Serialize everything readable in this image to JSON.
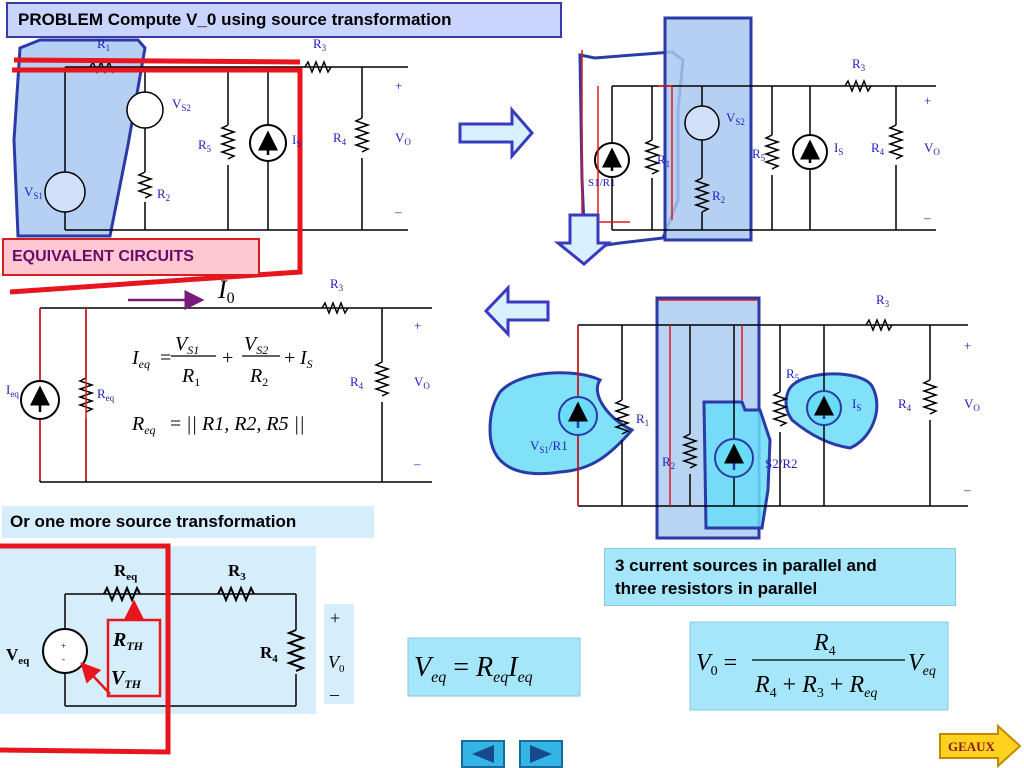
{
  "title": "PROBLEM  Compute V_0 using source transformation",
  "equivalent_label": "EQUIVALENT CIRCUITS",
  "more_label": "Or one more source transformation",
  "parallel_note": {
    "line1": "3 current sources in parallel and",
    "line2": "three resistors in parallel"
  },
  "circuit1": {
    "r1": "R",
    "r1_sub": "1",
    "r3": "R",
    "r3_sub": "3",
    "vs2": "V",
    "vs2_sub": "S2",
    "r5": "R",
    "r5_sub": "5",
    "is": "I",
    "is_sub": "S",
    "r4": "R",
    "r4_sub": "4",
    "vo": "V",
    "vo_sub": "O",
    "r2": "R",
    "r2_sub": "2",
    "vs1": "V",
    "vs1_sub": "S1",
    "plus": "+",
    "minus": "–"
  },
  "circuit2": {
    "r3": "R",
    "r3_sub": "3",
    "vs2": "V",
    "vs2_sub": "S2",
    "r1": "R",
    "r1_sub": "1",
    "r5": "R",
    "r5_sub": "5",
    "is": "I",
    "is_sub": "S",
    "r4": "R",
    "r4_sub": "4",
    "vo": "V",
    "vo_sub": "O",
    "vs1r1": "S1/R1",
    "r2": "R",
    "r2_sub": "2",
    "plus": "+",
    "minus": "–"
  },
  "circuit3": {
    "r3": "R",
    "r3_sub": "3",
    "r5": "R",
    "r5_sub": "5",
    "is": "I",
    "is_sub": "S",
    "r4": "R",
    "r4_sub": "4",
    "vo": "V",
    "vo_sub": "O",
    "r1": "R",
    "r1_sub": "1",
    "vs1r1": "V",
    "vs1r1_sub": "S1",
    "vs1r1_tail": "/R1",
    "r2": "R",
    "r2_sub": "2",
    "vs2r2": "S2/R2",
    "plus": "+",
    "minus": "–"
  },
  "circuit4": {
    "i0": "I",
    "i0_sub": "0",
    "r3": "R",
    "r3_sub": "3",
    "ieq": "I",
    "ieq_sub": "eq",
    "req": "R",
    "req_sub": "eq",
    "r4": "R",
    "r4_sub": "4",
    "vo": "V",
    "vo_sub": "O",
    "plus": "+",
    "minus": "–",
    "eq1_lhs": "I",
    "eq1_lhs_sub": "eq",
    "eq1_n1": "V",
    "eq1_n1_sub": "S1",
    "eq1_d1": "R",
    "eq1_d1_sub": "1",
    "eq1_n2": "V",
    "eq1_n2_sub": "S2",
    "eq1_d2": "R",
    "eq1_d2_sub": "2",
    "eq1_tail": "I",
    "eq1_tail_sub": "S",
    "eq2_lhs": "R",
    "eq2_lhs_sub": "eq",
    "eq2_rhs": "|| R1, R2, R5 ||"
  },
  "circuit5": {
    "req": "R",
    "req_sub": "eq",
    "r3": "R",
    "r3_sub": "3",
    "rth": "R",
    "rth_sub": "TH",
    "vth": "V",
    "vth_sub": "TH",
    "veq": "V",
    "veq_sub": "eq",
    "r4": "R",
    "r4_sub": "4",
    "plus": "+",
    "v0": "V",
    "v0_sub": "0",
    "minus": "–"
  },
  "formula_veq": {
    "lhs": "V",
    "lhs_sub": "eq",
    "r": "R",
    "r_sub": "eq",
    "i": "I",
    "i_sub": "eq"
  },
  "formula_v0": {
    "lhs": "V",
    "lhs_sub": "0",
    "num": "R",
    "num_sub": "4",
    "d1": "R",
    "d1_sub": "4",
    "d2": "R",
    "d2_sub": "3",
    "d3": "R",
    "d3_sub": "eq",
    "tail": "V",
    "tail_sub": "eq"
  },
  "geaux": "GEAUX",
  "colors": {
    "wire": "#000000",
    "label": "#2020c0",
    "red": "#e8141e",
    "blue_highlight": "#a8c8f0",
    "cyan": "#6adcf8"
  }
}
